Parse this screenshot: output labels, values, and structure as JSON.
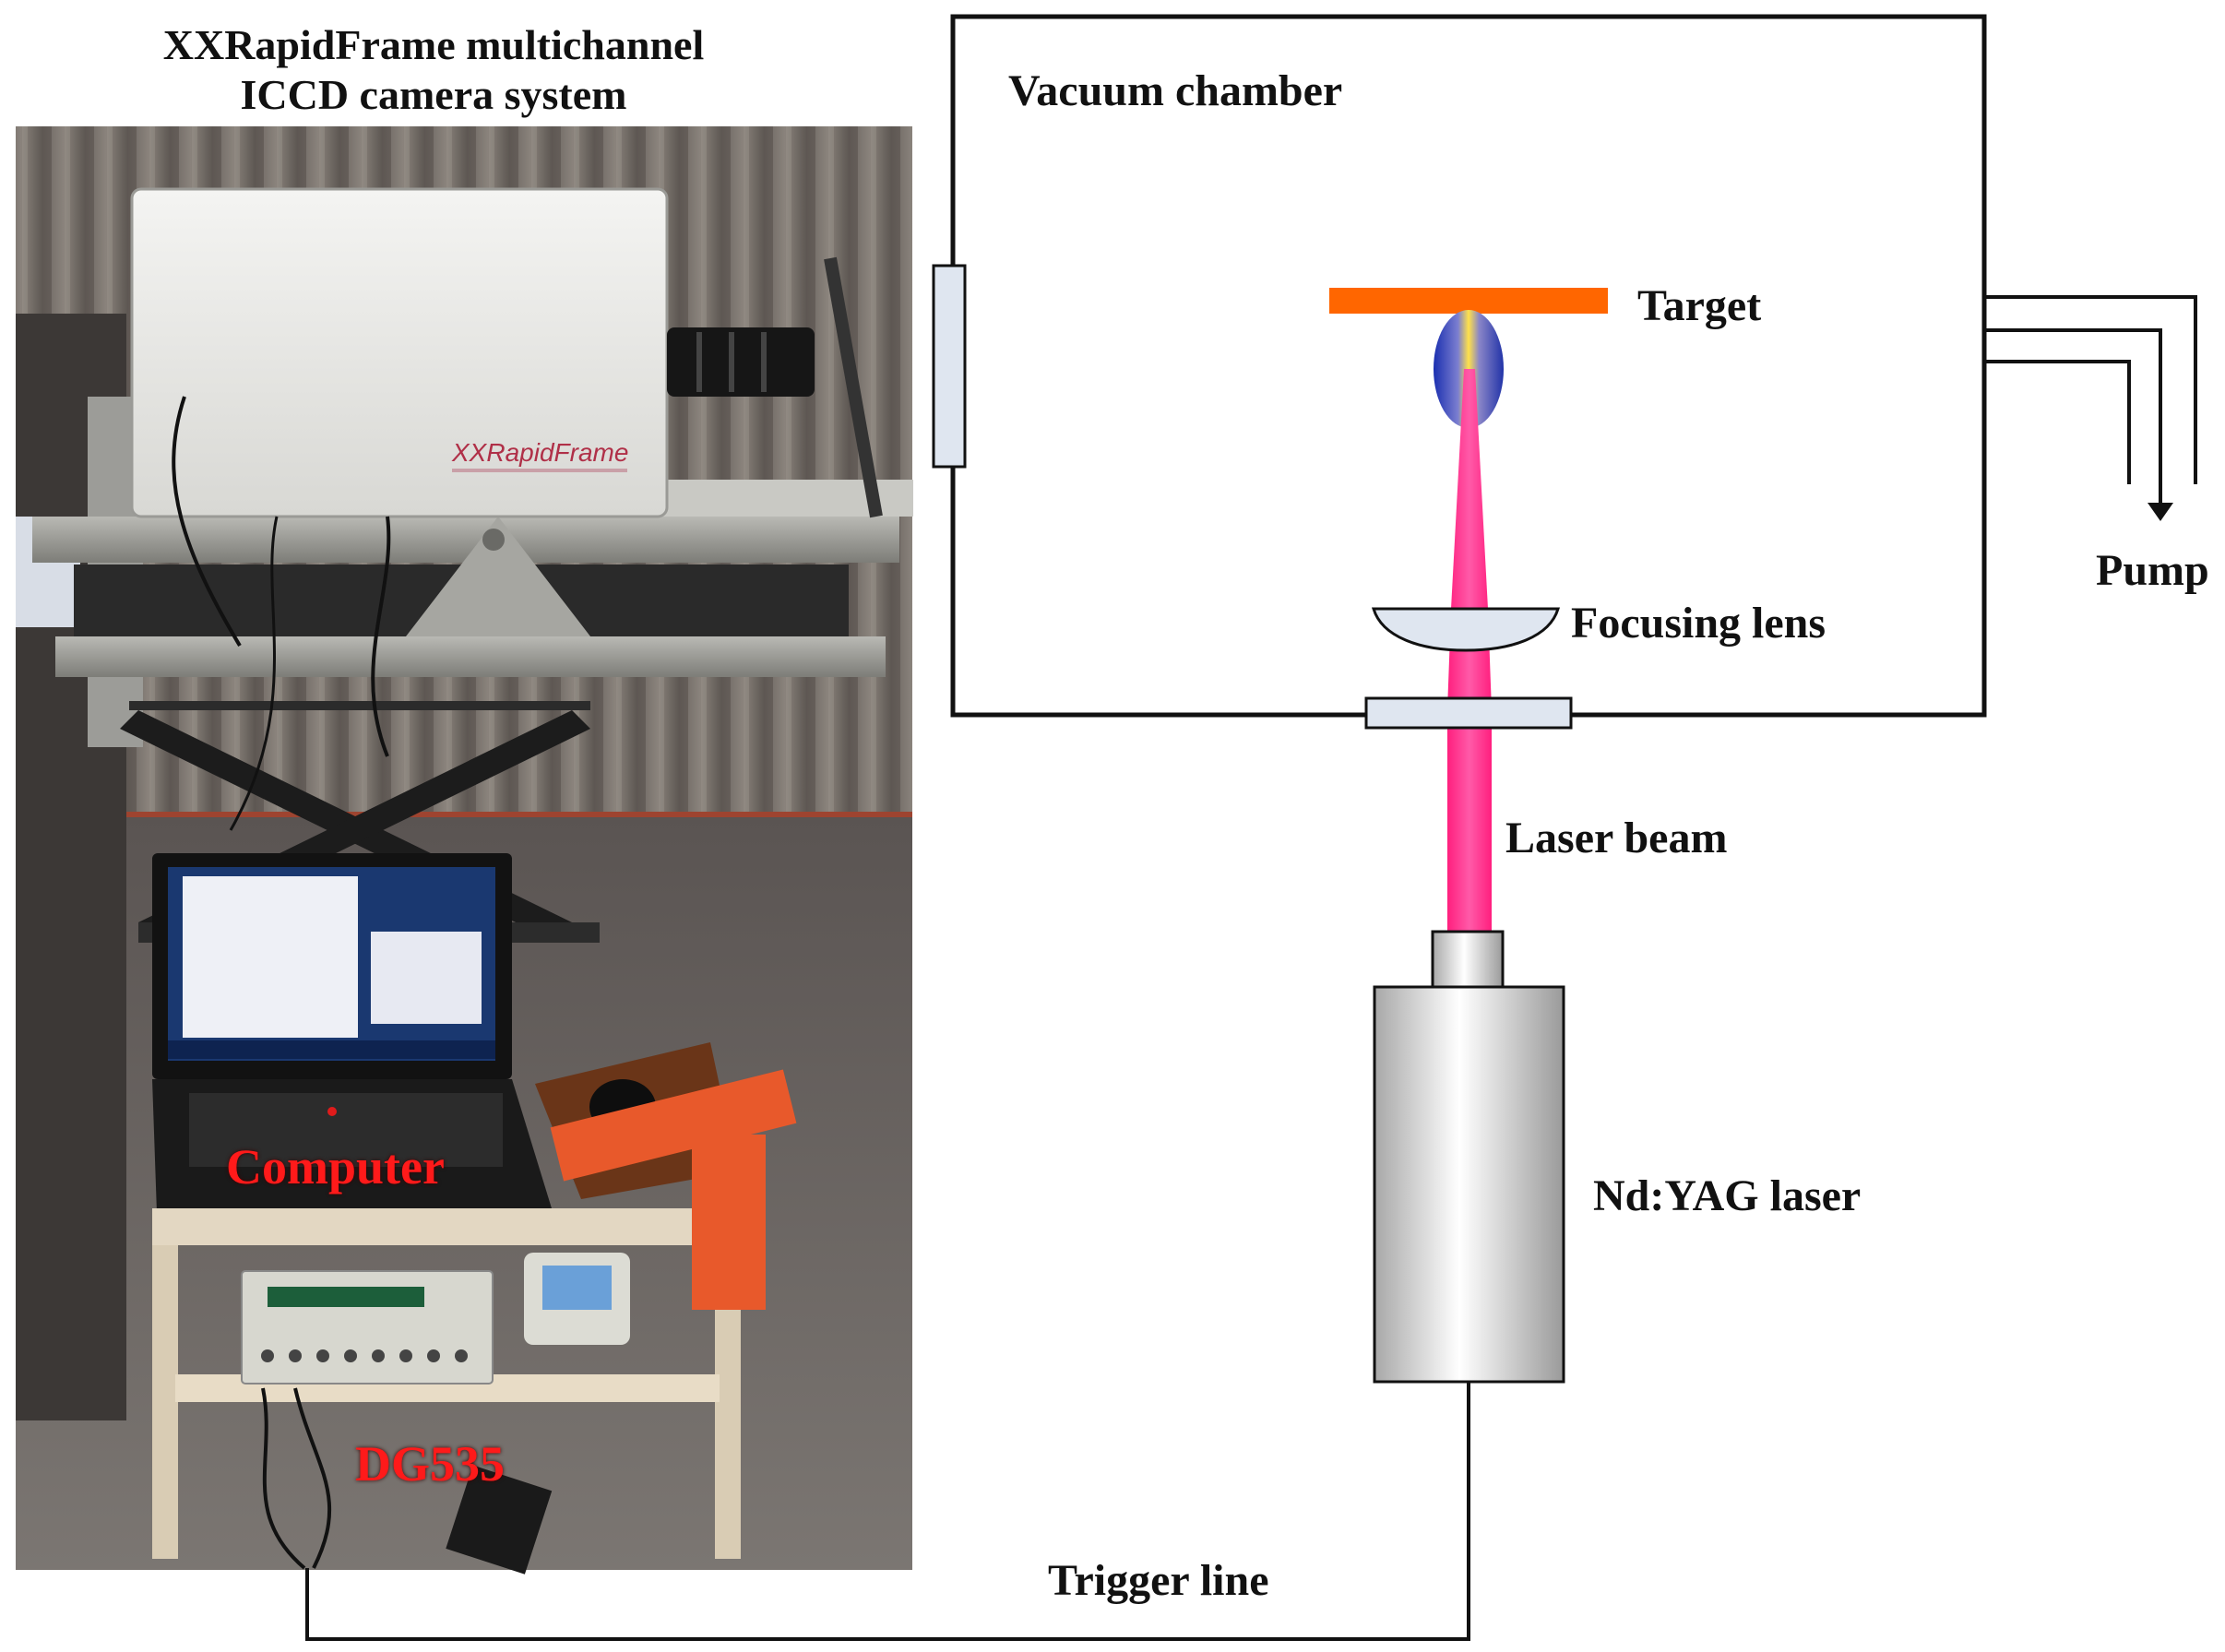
{
  "photo": {
    "title_line1": "XXRapidFrame multichannel",
    "title_line2": "ICCD camera system",
    "camera_brand": "XXRapidFrame",
    "computer_label": "Computer",
    "delay_generator_label": "DG535"
  },
  "diagram": {
    "chamber_label": "Vacuum chamber",
    "target_label": "Target",
    "lens_label": "Focusing lens",
    "beam_label": "Laser beam",
    "laser_label": "Nd:YAG laser",
    "pump_label": "Pump",
    "trigger_label": "Trigger line"
  },
  "colors": {
    "target": "#ff6600",
    "beam": "#ff2e8c",
    "window": "#dfe6f0",
    "laser_body": "#c8c8c8",
    "red_label": "#ff1a1a"
  }
}
